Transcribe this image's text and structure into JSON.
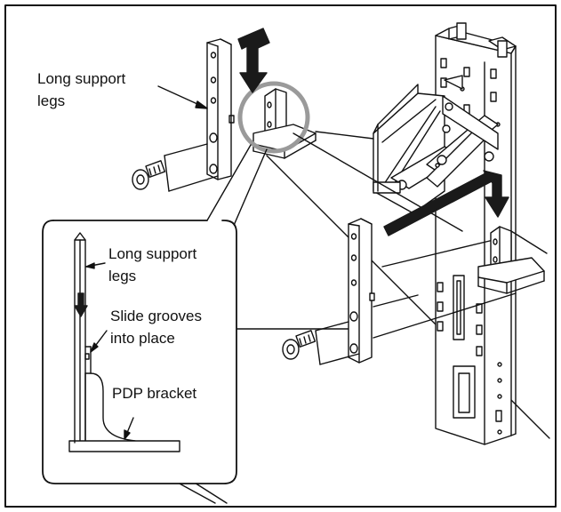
{
  "labels": {
    "long_support_legs_top_line1": "Long support",
    "long_support_legs_top_line2": "legs",
    "long_support_legs_detail_line1": "Long support",
    "long_support_legs_detail_line2": "legs",
    "slide_grooves_line1": "Slide grooves",
    "slide_grooves_line2": "into place",
    "pdp_bracket": "PDP bracket"
  },
  "colors": {
    "line": "#111111",
    "arrow": "#1a1a1a",
    "highlight_circle": "#9a9a9a",
    "background": "#ffffff"
  },
  "icons": {
    "down_arrow": "arrow-down-icon",
    "screw": "screw-icon",
    "highlight": "circle-highlight"
  }
}
